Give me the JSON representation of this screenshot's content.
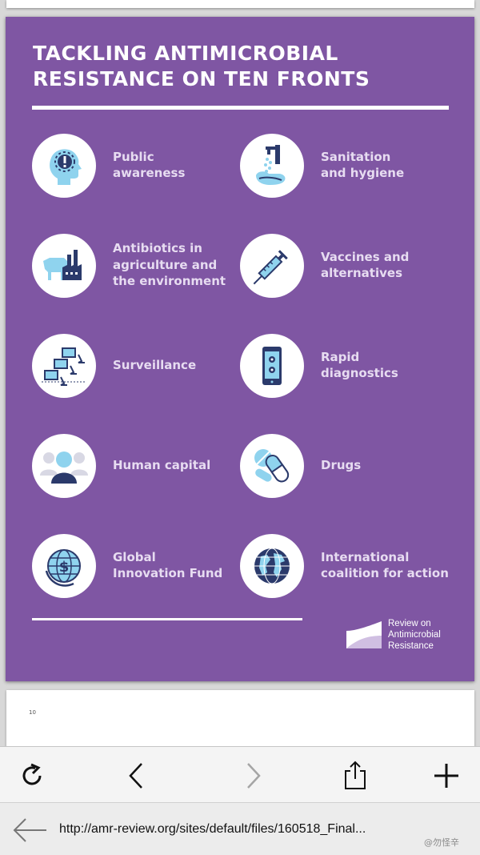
{
  "poster": {
    "title_line1": "TACKLING ANTIMICROBIAL",
    "title_line2": "RESISTANCE ON TEN FRONTS",
    "fronts": [
      {
        "label": "Public\nawareness",
        "icon": "head-exclamation-icon"
      },
      {
        "label": "Sanitation\nand hygiene",
        "icon": "water-pump-hands-icon"
      },
      {
        "label": "Antibiotics in\nagriculture and\nthe environment",
        "icon": "cow-factory-icon"
      },
      {
        "label": "Vaccines and\nalternatives",
        "icon": "syringe-icon"
      },
      {
        "label": "Surveillance",
        "icon": "monitors-microscopes-icon"
      },
      {
        "label": "Rapid\ndiagnostics",
        "icon": "smartphone-test-icon"
      },
      {
        "label": "Human capital",
        "icon": "people-group-icon"
      },
      {
        "label": "Drugs",
        "icon": "pills-icon"
      },
      {
        "label": "Global\nInnovation Fund",
        "icon": "globe-dollar-icon"
      },
      {
        "label": "International\ncoalition for action",
        "icon": "globe-icon"
      }
    ],
    "logo_text": "Review on\nAntimicrobial\nResistance",
    "colors": {
      "background": "#7f56a3",
      "label": "#e7dcf1",
      "icon_dark": "#2b3a6b",
      "icon_light": "#8fd3ee"
    }
  },
  "next_page": {
    "page_number": "10"
  },
  "toolbar": {
    "reload": "reload-icon",
    "back": "chevron-left-icon",
    "forward": "chevron-right-icon",
    "share": "share-icon",
    "add": "plus-icon"
  },
  "address_bar": {
    "url": "http://amr-review.org/sites/default/files/160518_Final..."
  },
  "watermark": "@勿怪辛"
}
